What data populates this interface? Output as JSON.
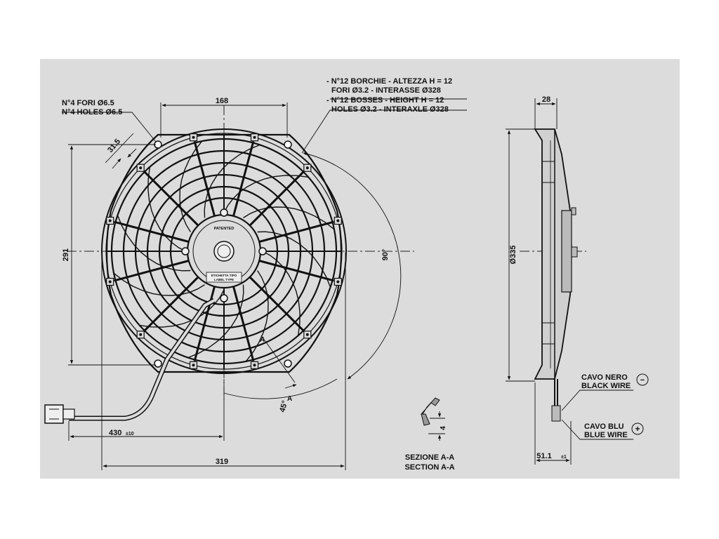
{
  "front_view": {
    "holes_note": [
      "N°4 FORI Ø6.5",
      "N°4 HOLES Ø6.5"
    ],
    "bosses_note": [
      "- N°12 BORCHIE - ALTEZZA H = 12",
      "FORI Ø3.2 - INTERASSE Ø328",
      "- N°12 BOSSES - HEIGHT H = 12",
      "HOLES Ø3.2 - INTERAXLE Ø328"
    ],
    "dim_top_width": "168",
    "dim_hole_offset": "31.5",
    "dim_height": "291",
    "dim_angle_90": "90°",
    "dim_angle_45": "45°",
    "dim_cable": "430",
    "dim_cable_tol": "±10",
    "dim_width": "319",
    "section_letter_top": "A",
    "section_letter_bottom": "A",
    "hub_label": "PATENTED",
    "label_box": [
      "ETICHETTA TIPO",
      "LABEL TYPE"
    ]
  },
  "section": {
    "dim_thickness": "4",
    "title_it": "SEZIONE A-A",
    "title_en": "SECTION A-A"
  },
  "side_view": {
    "dim_depth": "28",
    "dim_diameter": "Ø335",
    "dim_bottom": "51.1",
    "dim_bottom_tol": "±1",
    "black_wire": [
      "CAVO NERO",
      "BLACK WIRE"
    ],
    "black_symbol": "−",
    "blue_wire": [
      "CAVO BLU",
      "BLUE WIRE"
    ],
    "blue_symbol": "+"
  }
}
